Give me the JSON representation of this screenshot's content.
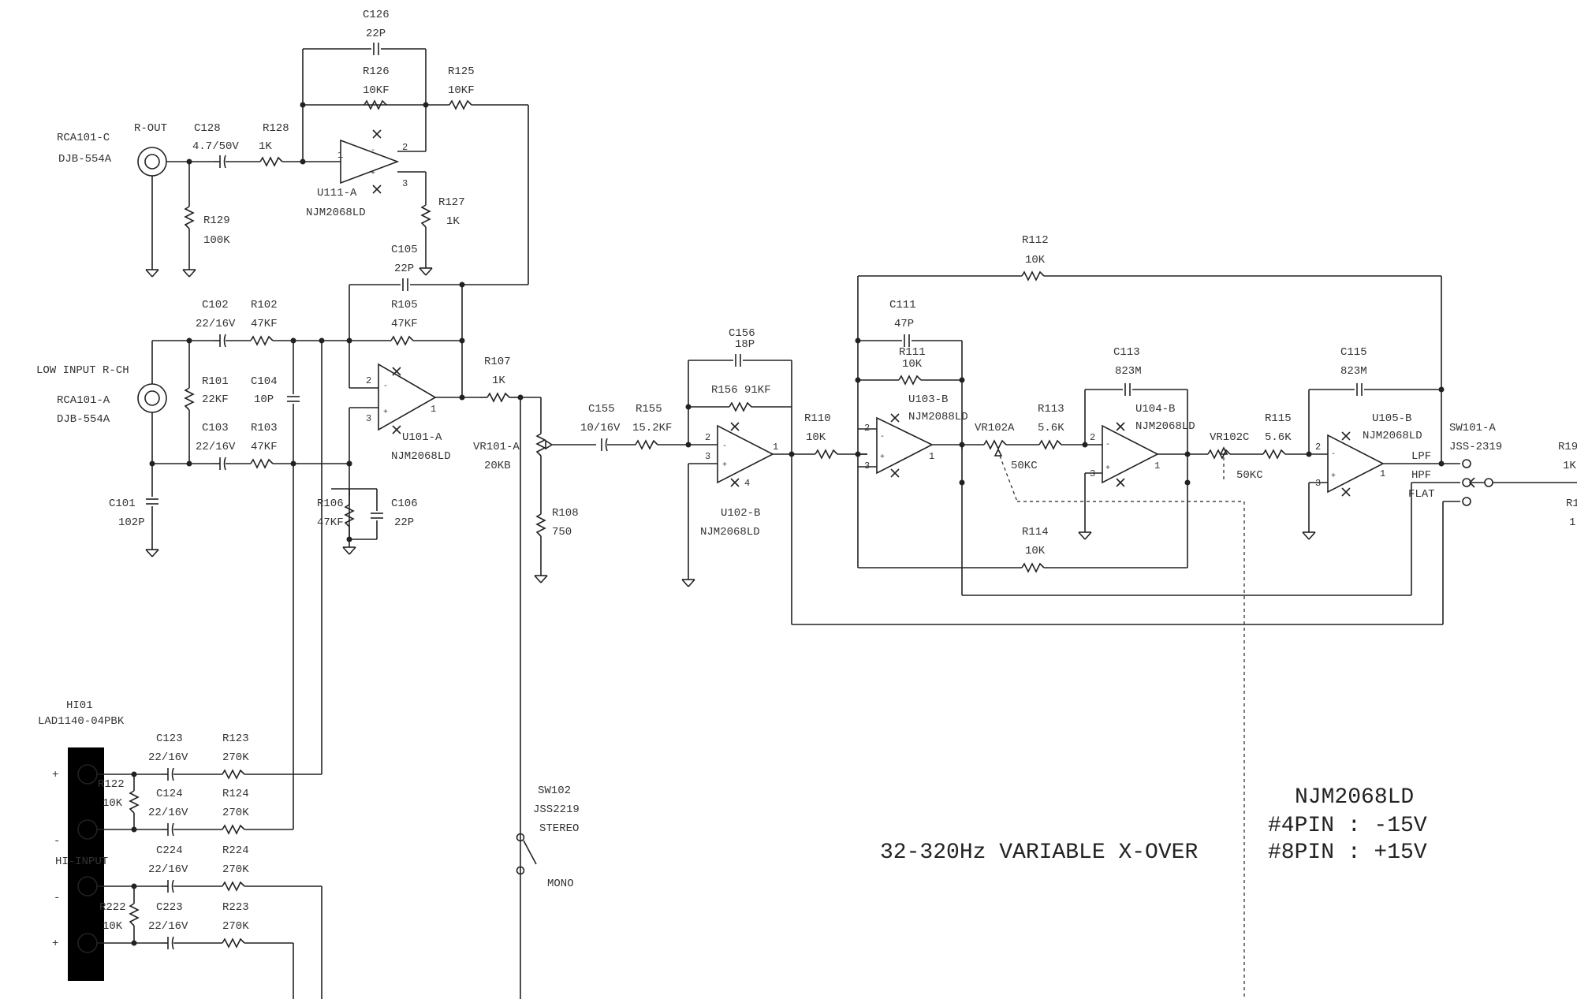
{
  "labels": {
    "rca101c": "RCA101-C",
    "djb554a_1": "DJB-554A",
    "r_out": "R-OUT",
    "c128": "C128",
    "c128_val": "4.7/50V",
    "r128": "R128",
    "r128_val": "1K",
    "r129": "R129",
    "r129_val": "100K",
    "c126": "C126",
    "c126_val": "22P",
    "r126": "R126",
    "r126_val": "10KF",
    "r125": "R125",
    "r125_val": "10KF",
    "u111a": "U111-A",
    "u111a_part": "NJM2068LD",
    "r127": "R127",
    "r127_val": "1K",
    "c105": "C105",
    "c105_val": "22P",
    "c102": "C102",
    "c102_val": "22/16V",
    "r102": "R102",
    "r102_val": "47KF",
    "r105": "R105",
    "r105_val": "47KF",
    "low_input": "LOW INPUT R-CH",
    "rca101a": "RCA101-A",
    "djb554a_2": "DJB-554A",
    "r101": "R101",
    "r101_val": "22KF",
    "c104": "C104",
    "c104_val": "10P",
    "c103": "C103",
    "c103_val": "22/16V",
    "r103": "R103",
    "r103_val": "47KF",
    "u101a": "U101-A",
    "u101a_part": "NJM2068LD",
    "r107": "R107",
    "r107_val": "1K",
    "vr101a": "VR101-A",
    "vr101a_val": "20KB",
    "r108": "R108",
    "r108_val": "750",
    "c101": "C101",
    "c101_val": "102P",
    "r106": "R106",
    "r106_val": "47KF",
    "c106": "C106",
    "c106_val": "22P",
    "c155": "C155",
    "c155_val": "10/16V",
    "r155": "R155",
    "r155_val": "15.2KF",
    "c156": "C156",
    "c156_val": "18P",
    "r156": "R156",
    "r156_val": "91KF",
    "u102b": "U102-B",
    "u102b_part": "NJM2068LD",
    "r110": "R110",
    "r110_val": "10K",
    "r112": "R112",
    "r112_val": "10K",
    "c111": "C111",
    "c111_val": "47P",
    "r111": "R111",
    "r111_val": "10K",
    "u103b": "U103-B",
    "u103b_part": "NJM2088LD",
    "vr102a": "VR102A",
    "vr102a_val": "50KC",
    "r113": "R113",
    "r113_val": "5.6K",
    "c113": "C113",
    "c113_val": "823M",
    "u104b": "U104-B",
    "u104b_part": "NJM2068LD",
    "vr102c": "VR102C",
    "vr102c_val": "50KC",
    "r115": "R115",
    "r115_val": "5.6K",
    "c115": "C115",
    "c115_val": "823M",
    "u105b": "U105-B",
    "u105b_part": "NJM2068LD",
    "sw101a": "SW101-A",
    "sw101a_part": "JSS-2319",
    "lpf": "LPF",
    "hpf": "HPF",
    "flat": "FLAT",
    "r19_partial": "R19",
    "one_partial": "1K",
    "r1_partial": "R1",
    "one_partial_b": "1",
    "r114": "R114",
    "r114_val": "10K",
    "hi01": "HI01",
    "hi01_part": "LAD1140-04PBK",
    "c123": "C123",
    "c123_val": "22/16V",
    "r123": "R123",
    "r123_val": "270K",
    "r122": "R122",
    "r122_val": "10K",
    "c124": "C124",
    "c124_val": "22/16V",
    "r124": "R124",
    "r124_val": "270K",
    "hi_input": "HI-INPUT",
    "c224": "C224",
    "c224_val": "22/16V",
    "r224": "R224",
    "r224_val": "270K",
    "r222": "R222",
    "r222_val": "10K",
    "c223": "C223",
    "c223_val": "22/16V",
    "r223": "R223",
    "r223_val": "270K",
    "sw102": "SW102",
    "sw102_part": "JSS2219",
    "stereo": "STEREO",
    "mono": "MONO",
    "plus": "+",
    "minus": "-"
  },
  "notes": {
    "crossover": "32-320Hz VARIABLE X-OVER",
    "ic_name": "NJM2068LD",
    "pin4": "#4PIN : -15V",
    "pin8": "#8PIN : +15V"
  }
}
